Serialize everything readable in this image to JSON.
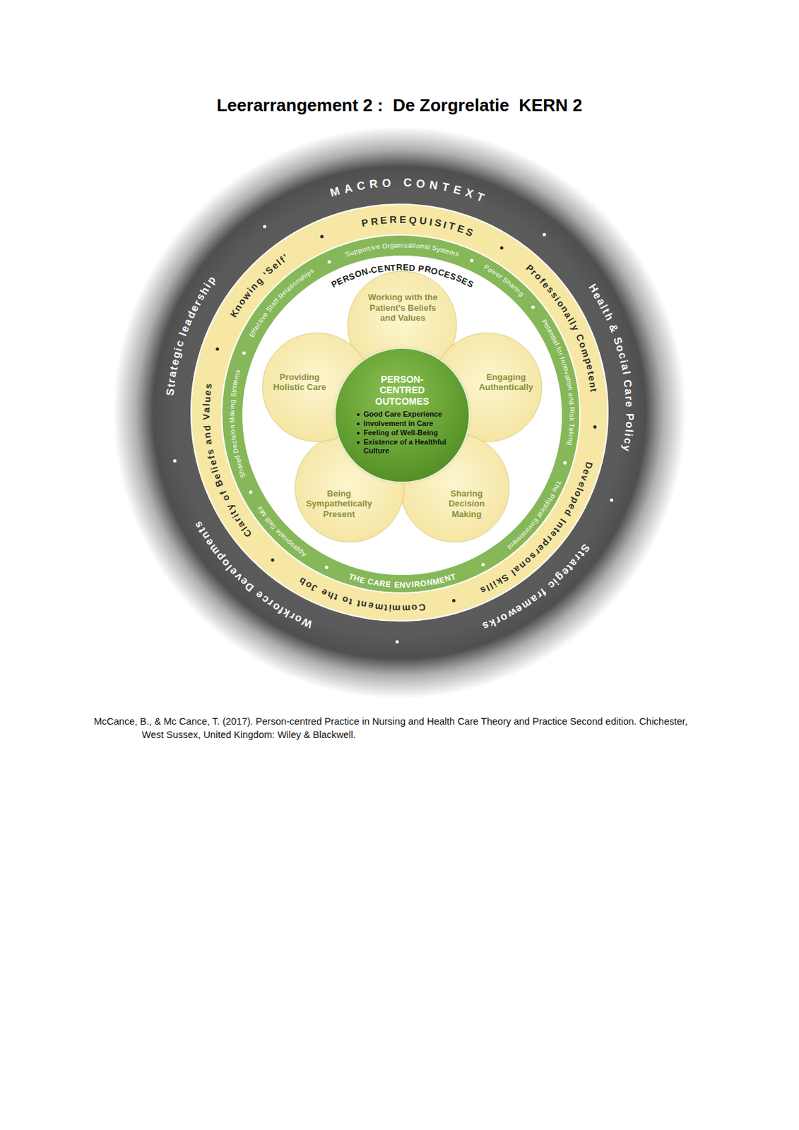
{
  "diagram": {
    "title": "Leerarrangement 2 :  De Zorgrelatie  KERN 2",
    "caption": "McCance, B., & Mc Cance, T. (2017). Person-centred Practice in Nursing and Health Care Theory and Practice Second edition. Chichester, West Sussex, United Kingdom: Wiley & Blackwell.",
    "nodes": [
      {
        "text": [
          "MACRO CONTEXT",
          "Health & Social Care Policy",
          "Strategic frameworks",
          "Workforce Developments",
          "Strategic leadership"
        ]
      },
      {
        "text": [
          "PREREQUISITES",
          "Professionally Competent",
          "Developed Interpersonal Skills",
          "Commitment to the Job",
          "Clarity of Beliefs and Values",
          "Knowing ‘Self’"
        ],
        "in": 0
      },
      {
        "text": [
          "Supportive Organisational Systems",
          "Power Sharing",
          "Potential for Innovation and Risk Taking",
          "The Physical Environment",
          "THE CARE ENVIRONMENT",
          "Appropriate Skill Mix",
          "Shared Decision Making Systems",
          "Effective Staff Relationships"
        ],
        "in": 1
      },
      {
        "text": [
          "PERSON-CENTRED PROCESSES"
        ],
        "in": 2
      },
      {
        "text": [
          "Working with the Patient’s Beliefs and Values"
        ],
        "in": 3
      },
      {
        "text": [
          "Engaging Authentically"
        ],
        "in": 3
      },
      {
        "text": [
          "Sharing Decision Making"
        ],
        "in": 3
      },
      {
        "text": [
          "Being Sympathetically Present"
        ],
        "in": 3
      },
      {
        "text": [
          "Providing Holistic Care"
        ],
        "in": 3
      },
      {
        "text": [
          "PERSON-CENTRED OUTCOMES",
          "Good Care Experience",
          "Involvement in Care",
          "Feeling of Well-Being",
          "Existence of a Healthful Culture"
        ],
        "in": 3
      }
    ]
  }
}
